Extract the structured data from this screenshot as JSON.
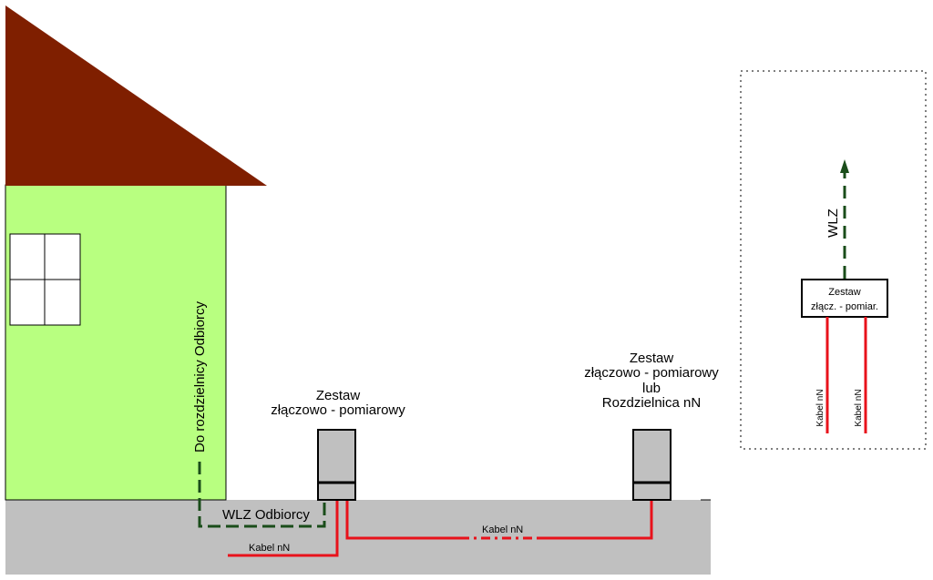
{
  "labels": {
    "cabinet_left": [
      "Zestaw",
      "złączowo - pomiarowy"
    ],
    "cabinet_right": [
      "Zestaw",
      "złączowo - pomiarowy",
      "lub",
      "Rozdzielnica nN"
    ],
    "vertical_house": "Do rozdzielnicy Odbiorcy",
    "wlz_odbiorcy": "WLZ Odbiorcy",
    "kabel_nn_left": "Kabel nN",
    "kabel_nn_mid": "Kabel nN",
    "inset_wlz": "WLZ",
    "inset_box": [
      "Zestaw",
      "złącz. - pomiar."
    ],
    "inset_kabel_1": "Kabel nN",
    "inset_kabel_2": "Kabel nN"
  },
  "colors": {
    "roof": "#7f1f00",
    "wall": "#b8ff80",
    "ground": "#c0c0c0",
    "cable_red": "#e8121b",
    "wlz_green": "#1a4d1a",
    "cabinet_fill": "#c0c0c0"
  }
}
